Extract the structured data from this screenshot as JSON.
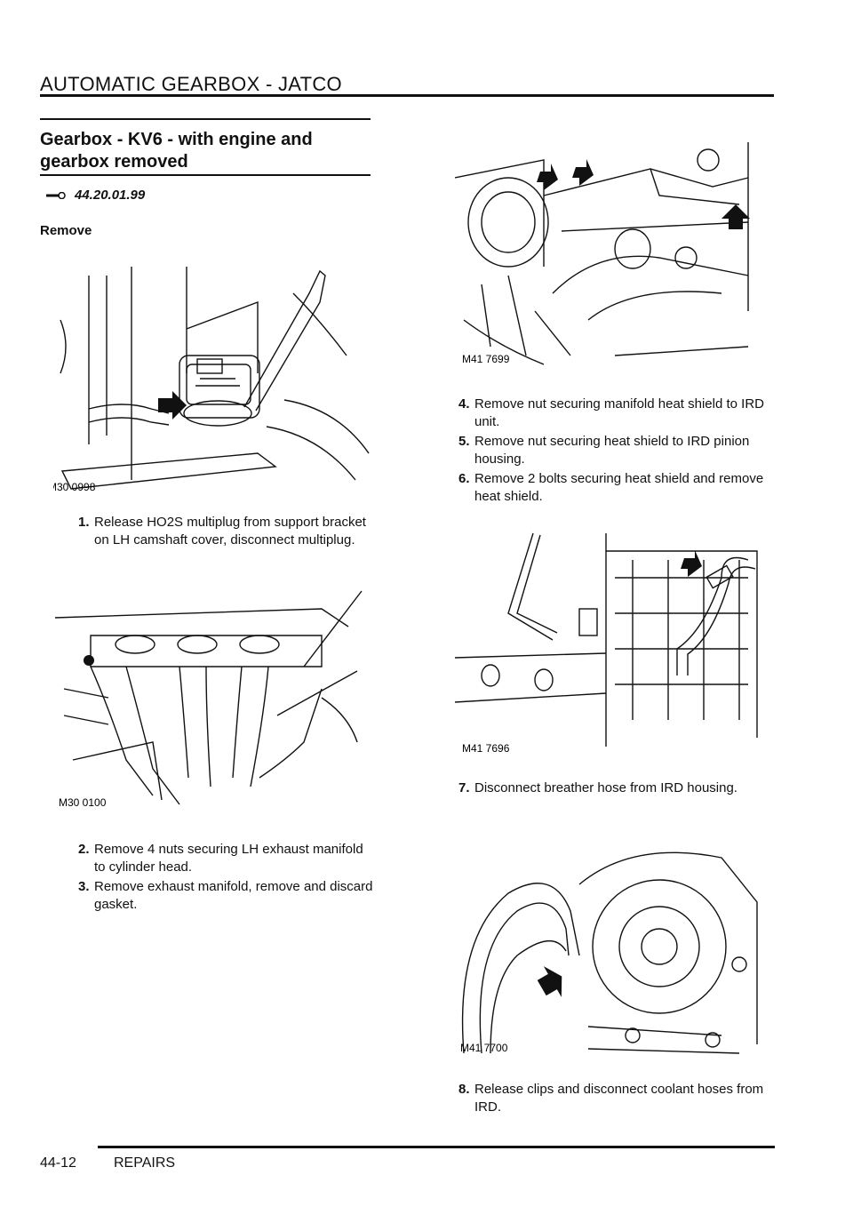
{
  "header": {
    "title": "AUTOMATIC GEARBOX - JATCO"
  },
  "section": {
    "title": "Gearbox - KV6 - with engine and gearbox removed",
    "opcode": "44.20.01.99",
    "subheading": "Remove"
  },
  "figures": [
    {
      "label": "M30 0998"
    },
    {
      "label": "M30 0100"
    },
    {
      "label": "M41 7699"
    },
    {
      "label": "M41 7696"
    },
    {
      "label": "M41 7700"
    }
  ],
  "steps": [
    {
      "num": "1.",
      "text": "Release HO2S multiplug from support bracket on LH camshaft cover, disconnect multiplug."
    },
    {
      "num": "2.",
      "text": "Remove 4 nuts securing LH exhaust manifold to cylinder head."
    },
    {
      "num": "3.",
      "text": "Remove exhaust manifold, remove and discard gasket."
    },
    {
      "num": "4.",
      "text": "Remove nut securing manifold heat shield to IRD unit."
    },
    {
      "num": "5.",
      "text": "Remove nut securing heat shield to IRD pinion housing."
    },
    {
      "num": "6.",
      "text": "Remove 2 bolts securing heat shield and remove heat shield."
    },
    {
      "num": "7.",
      "text": "Disconnect breather hose from IRD housing."
    },
    {
      "num": "8.",
      "text": "Release clips and disconnect coolant hoses from IRD."
    }
  ],
  "footer": {
    "page": "44-12",
    "section": "REPAIRS"
  }
}
